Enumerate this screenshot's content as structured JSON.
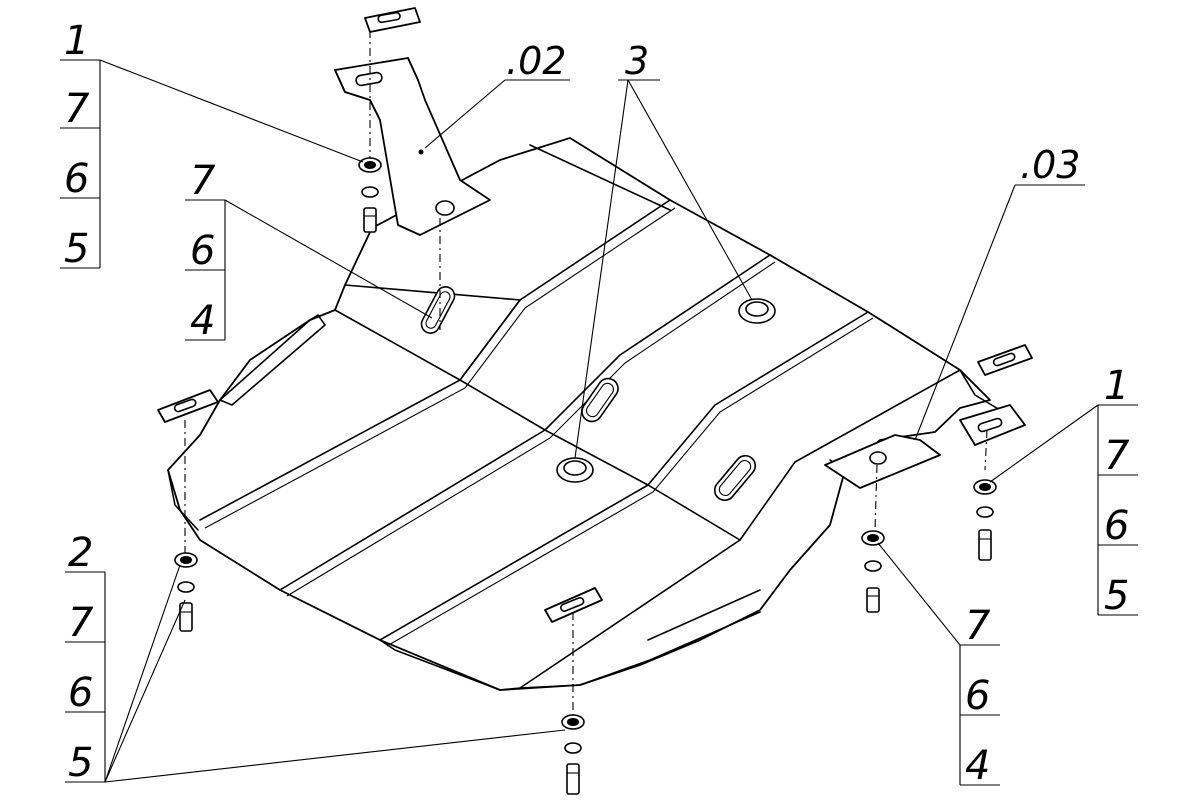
{
  "callouts": {
    "top_left": [
      "1",
      "7",
      "6",
      "5"
    ],
    "mid_left": [
      "7",
      "6",
      "4"
    ],
    "bottom_left": [
      "2",
      "7",
      "6",
      "5"
    ],
    "part_02": ".02",
    "part_3": "3",
    "part_03": ".03",
    "right": [
      "1",
      "7",
      "6",
      "5"
    ],
    "bottom_right": [
      "7",
      "6",
      "4"
    ]
  }
}
